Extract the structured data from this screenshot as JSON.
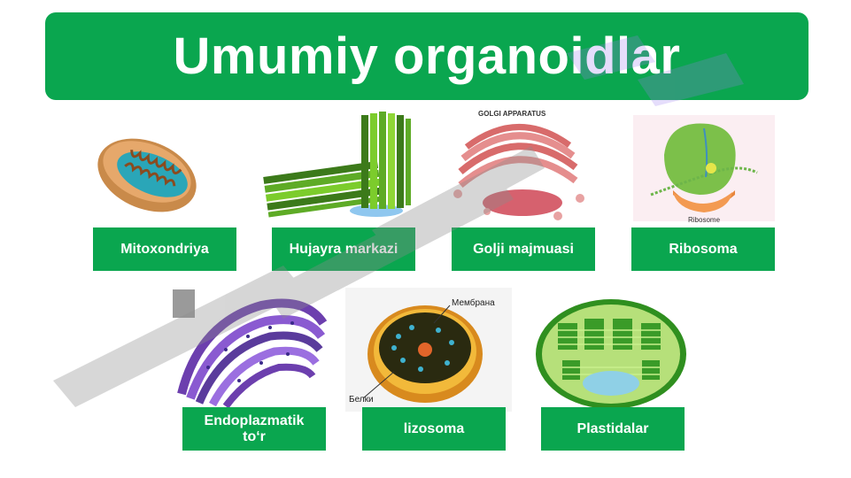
{
  "title": "Umumiy organoidlar",
  "colors": {
    "accent": "#0aa64f",
    "label_text": "#ffffff"
  },
  "organelles": [
    {
      "label": "Mitoxondriya",
      "icon": "mitochondria-illustration"
    },
    {
      "label": "Hujayra markazi",
      "icon": "centrosome-illustration"
    },
    {
      "label": "Golji majmuasi",
      "icon": "golgi-apparatus-illustration",
      "image_caption": "GOLGI APPARATUS"
    },
    {
      "label": "Ribosoma",
      "icon": "ribosome-illustration",
      "image_caption": "Ribosome"
    },
    {
      "label_line1": "Endoplazmatik",
      "label_line2": "to‘r",
      "icon": "endoplasmic-reticulum-illustration"
    },
    {
      "label": "lizosoma",
      "icon": "lysosome-illustration",
      "image_caption_top": "Мембрана",
      "image_caption_bottom": "Белки"
    },
    {
      "label": "Plastidalar",
      "icon": "plastid-illustration"
    }
  ]
}
